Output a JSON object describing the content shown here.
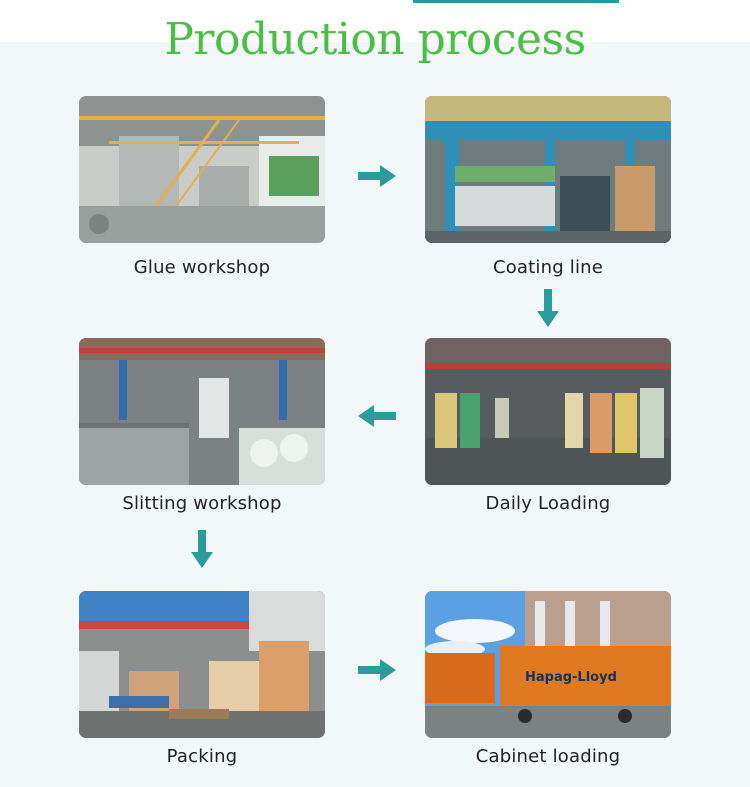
{
  "title": "Production process",
  "steps": [
    {
      "label": "Glue workshop"
    },
    {
      "label": "Coating line"
    },
    {
      "label": "Daily Loading"
    },
    {
      "label": "Slitting workshop"
    },
    {
      "label": "Packing"
    },
    {
      "label": "Cabinet loading"
    }
  ],
  "container_brand": "Hapag-Lloyd",
  "colors": {
    "title": "#4cbe46",
    "arrow": "#2a9d9a",
    "background": "#f2f7fa"
  }
}
